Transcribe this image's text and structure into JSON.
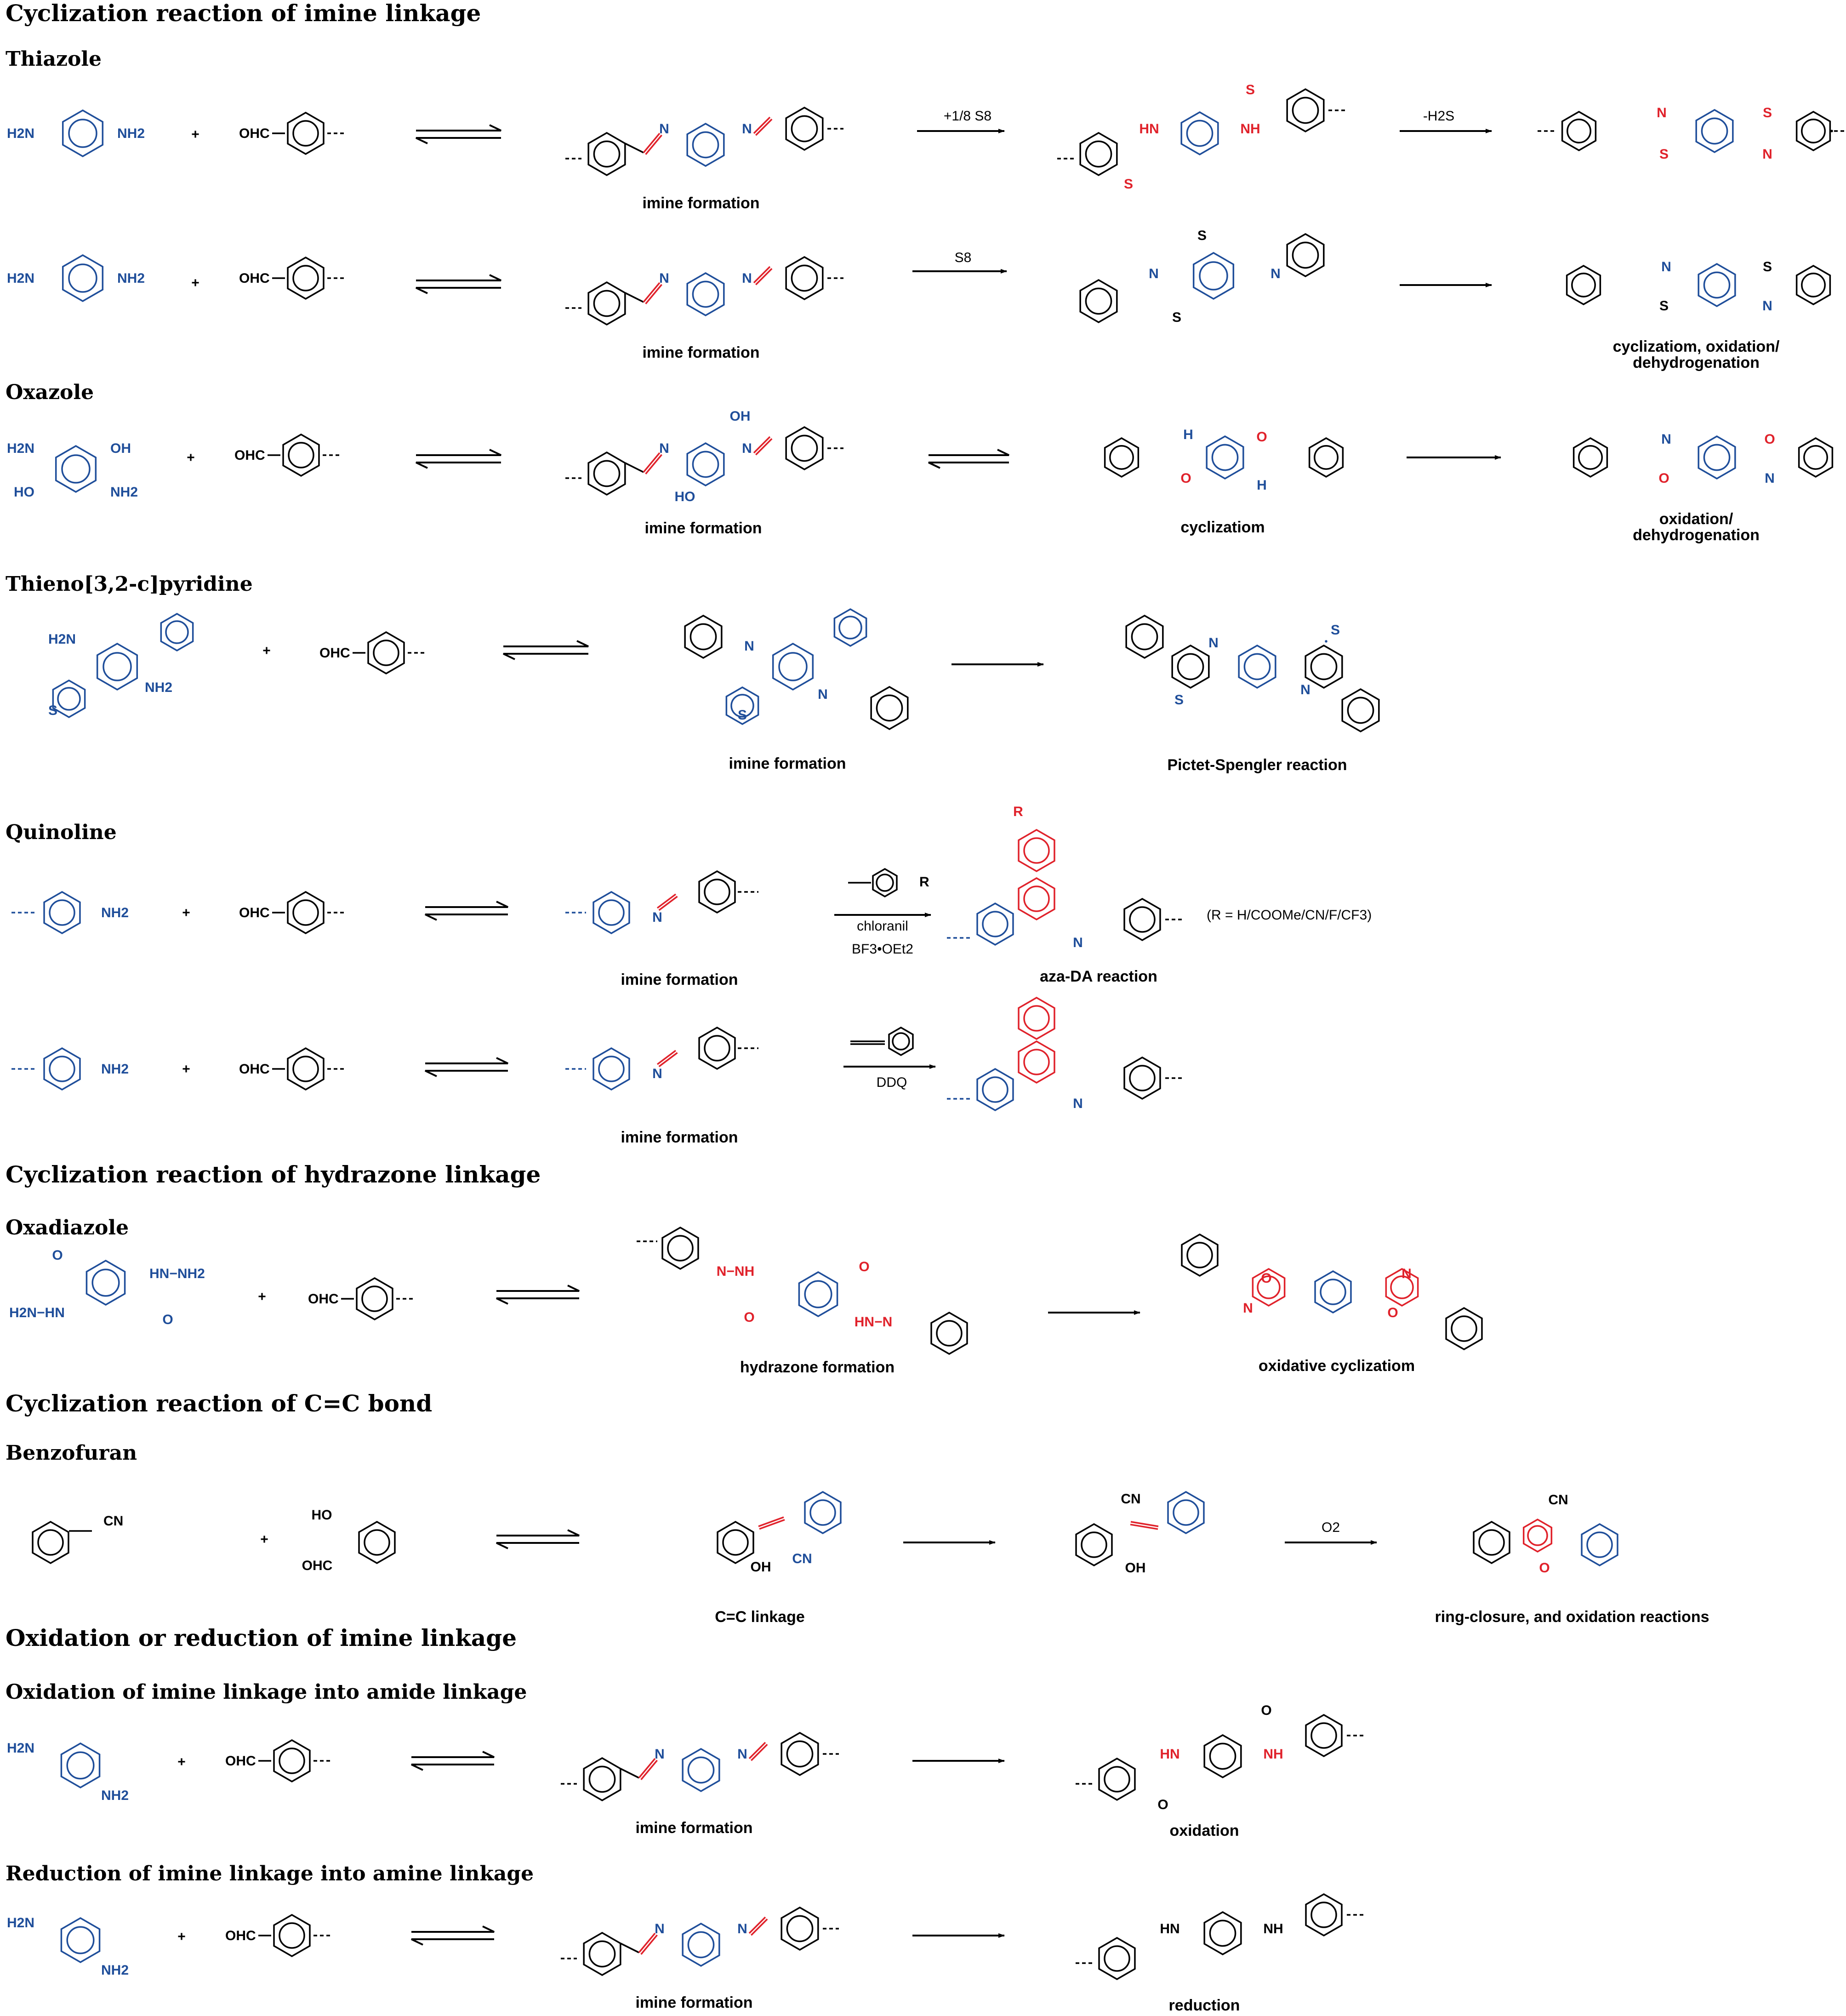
{
  "colors": {
    "blue": "#1f4e9a",
    "red": "#e0222b",
    "black": "#000000"
  },
  "headings": {
    "imine_cyclization": "Cyclization reaction of imine linkage",
    "hydrazone_cyclization": "Cyclization reaction of hydrazone linkage",
    "cc_cyclization": "Cyclization reaction of C=C bond",
    "redox": "Oxidation or reduction of imine linkage"
  },
  "subheadings": {
    "thiazole": "Thiazole",
    "oxazole": "Oxazole",
    "thienopyridine": "Thieno[3,2-c]pyridine",
    "quinoline": "Quinoline",
    "oxadiazole": "Oxadiazole",
    "benzofuran": "Benzofuran",
    "ox_amide": "Oxidation of imine linkage into amide linkage",
    "red_amine": "Reduction of imine linkage into amine linkage"
  },
  "captions": {
    "imine_formation": "imine formation",
    "cyclization_ox_dehydro_1": "cyclizatiom, oxidation/",
    "cyclization_ox_dehydro_2": "dehydrogenation",
    "cyclization": "cyclizatiom",
    "ox_dehydro_1": "oxidation/",
    "ox_dehydro_2": "dehydrogenation",
    "pictet_spengler": "Pictet-Spengler  reaction",
    "aza_da": "aza-DA  reaction",
    "hydrazone_formation": "hydrazone  formation",
    "oxidative_cyclization": "oxidative  cyclizatiom",
    "cc_linkage": "C=C linkage",
    "ring_closure": "ring-closure, and oxidation reactions",
    "oxidation": "oxidation",
    "reduction": "reduction"
  },
  "conditions": {
    "sulfur_frac": "+1/8 S8",
    "h2s": "-H2S",
    "s8": "S8",
    "chloranil": "chloranil",
    "bf3": "BF3•OEt2",
    "ddq": "DDQ",
    "o2": "O2",
    "r_groups": "(R = H/COOMe/CN/F/CF3)"
  },
  "labels": {
    "plus": "+",
    "h2n": "H2N",
    "nh2": "NH2",
    "ohc": "OHC",
    "oh": "OH",
    "ho": "HO",
    "n": "N",
    "s": "S",
    "o": "O",
    "nh": "NH",
    "hn": "HN",
    "h": "H",
    "cn": "CN",
    "r": "R",
    "hn_nh2": "HN−NH2",
    "h2n_hn": "H2N−HN",
    "hn_n": "HN−N",
    "n_nh": "N−NH"
  }
}
